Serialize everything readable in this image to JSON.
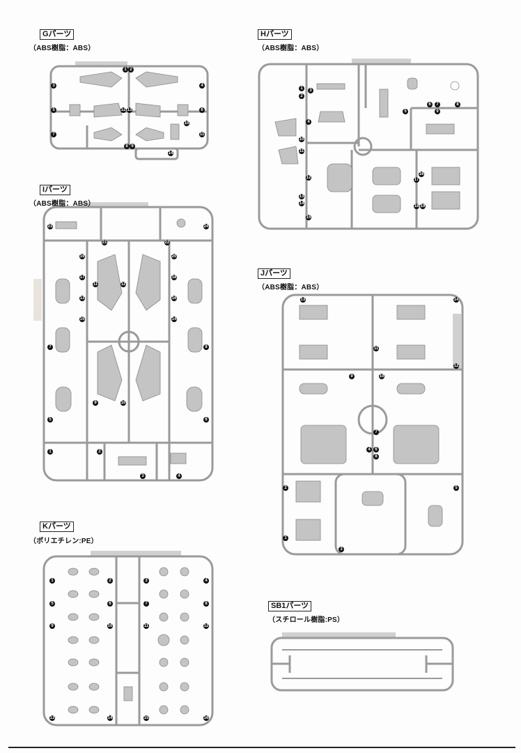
{
  "runners": [
    {
      "id": "G",
      "label": "Gパーツ",
      "material": "（ABS樹脂：ABS）",
      "part_numbers": [
        "1",
        "2",
        "3",
        "4",
        "5",
        "12",
        "13",
        "6",
        "7",
        "10",
        "11",
        "8",
        "9",
        "14"
      ]
    },
    {
      "id": "H",
      "label": "Hパーツ",
      "material": "（ABS樹脂：ABS）",
      "part_numbers": [
        "1",
        "2",
        "3",
        "4",
        "5",
        "6",
        "7",
        "8",
        "9",
        "10",
        "11",
        "12",
        "13",
        "14",
        "15",
        "16",
        "17",
        "18",
        "19"
      ]
    },
    {
      "id": "I",
      "label": "Iパーツ",
      "material": "（ABS樹脂：ABS）",
      "part_numbers": [
        "1",
        "2",
        "3",
        "4",
        "5",
        "6",
        "7",
        "8",
        "9",
        "10",
        "11",
        "12",
        "13",
        "14",
        "15",
        "16",
        "17",
        "18",
        "19",
        "20",
        "21",
        "22",
        "23",
        "24"
      ]
    },
    {
      "id": "J",
      "label": "Jパーツ",
      "material": "（ABS樹脂：ABS）",
      "part_numbers": [
        "1",
        "2",
        "3",
        "4",
        "5",
        "6",
        "7",
        "8",
        "9",
        "10",
        "11",
        "12",
        "13",
        "14"
      ]
    },
    {
      "id": "K",
      "label": "Kパーツ",
      "material": "（ポリエチレン:PE）",
      "part_numbers": [
        "1",
        "2",
        "3",
        "4",
        "5",
        "6",
        "7",
        "8",
        "9",
        "10",
        "11",
        "12",
        "13",
        "14",
        "15",
        "16"
      ]
    },
    {
      "id": "SB1",
      "label": "SB1パーツ",
      "material": "（スチロール樹脂:PS）",
      "part_numbers": []
    }
  ],
  "colors": {
    "frame": "#9a9a9a",
    "part": "#c4c4c4",
    "tag": "#d0d0d0",
    "ink": "#111111"
  }
}
